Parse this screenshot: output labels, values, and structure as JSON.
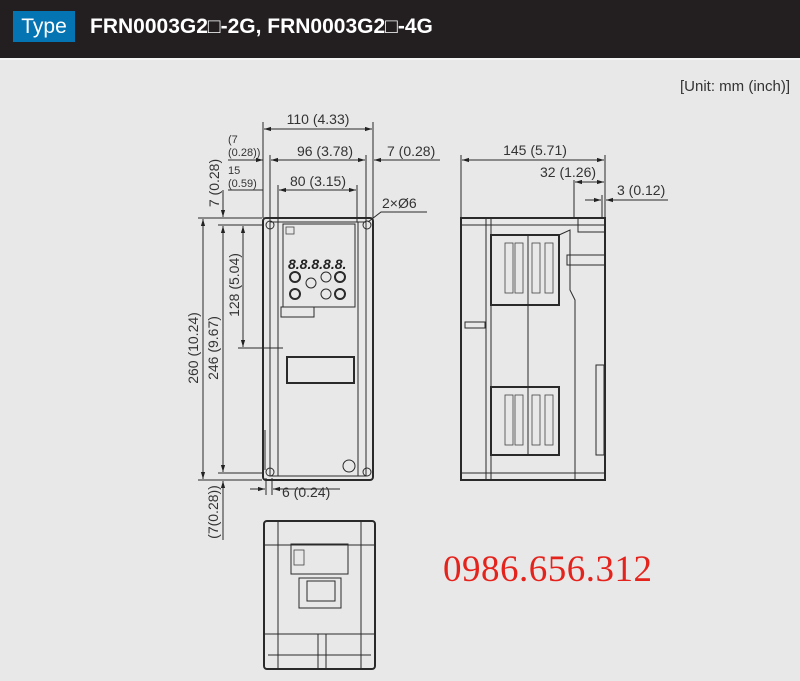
{
  "header": {
    "badge": "Type",
    "title": "FRN0003G2□-2G, FRN0003G2□-4G"
  },
  "unit": "[Unit: mm (inch)]",
  "dimensions": {
    "width_overall": "110 (4.33)",
    "mount_pitch_96": "96 (3.78)",
    "left_7_a": "(7",
    "left_7_b": "(0.28))",
    "right_7": "7 (0.28)",
    "inner_80": "80 (3.15)",
    "left_15_a": "15",
    "left_15_b": "(0.59)",
    "holes": "2×Ø6",
    "top_7": "7 (0.28)",
    "height_260": "260 (10.24)",
    "height_246": "246 (9.67)",
    "height_128": "128 (5.04)",
    "bottom_7": "(7(0.28))",
    "bottom_6": "6 (0.24)",
    "depth_145": "145 (5.71)",
    "depth_32": "32 (1.26)",
    "depth_3": "3 (0.12)"
  },
  "keypad": {
    "display": "8.8.8.8.8."
  },
  "phone": "0986.656.312"
}
